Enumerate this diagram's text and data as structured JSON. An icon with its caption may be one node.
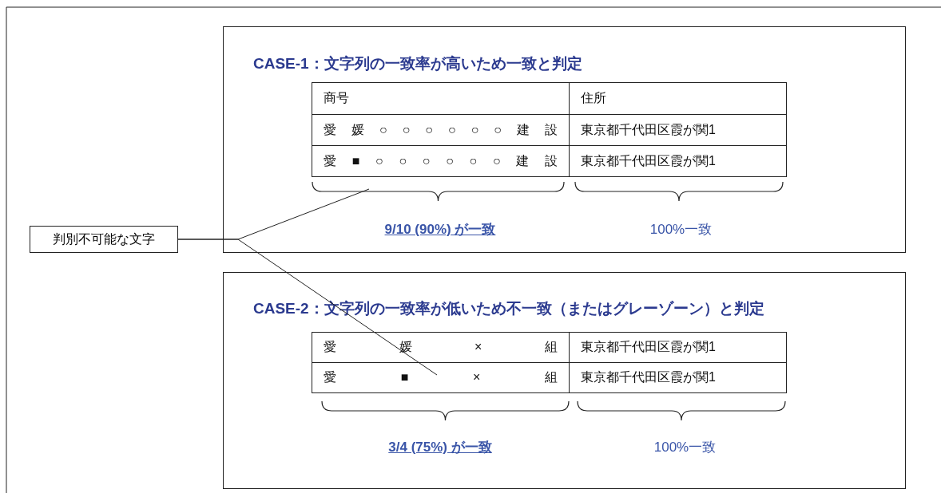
{
  "diagram": {
    "nodes": [
      {
        "text": [
          "CASE-1：文字列の一致率が高いため一致と判定"
        ]
      },
      {
        "text": [
          "CASE-2：文字列の一致率が低いため不一致（またはグレーゾーン）と判定"
        ]
      },
      {
        "text": [
          "判別不可能な文字"
        ]
      }
    ],
    "edges": [
      {
        "from": 2,
        "to": 0,
        "arrow": "none"
      },
      {
        "from": 2,
        "to": 1,
        "arrow": "none"
      }
    ],
    "labels": [
      "商号",
      "住所",
      "愛媛○○○○○○建設",
      "東京都千代田区霞が関1",
      "愛■○○○○○○建設",
      "東京都千代田区霞が関1",
      "9/10 (90%) が一致",
      "100%一致",
      "愛媛×組",
      "東京都千代田区霞が関1",
      "愛■×組",
      "東京都千代田区霞が関1",
      "3/4 (75%) が一致",
      "100%一致"
    ]
  }
}
